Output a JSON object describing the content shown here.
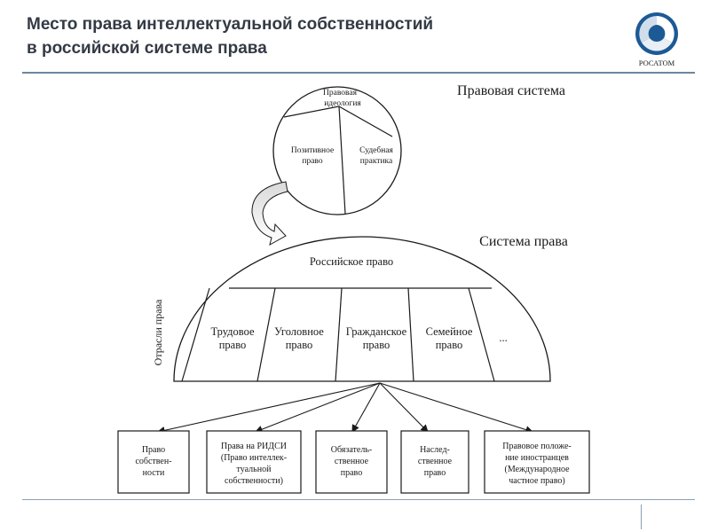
{
  "header": {
    "title_line1": "Место права интеллектуальной собственностий",
    "title_line2": "в российской системе права",
    "logo_text": "РОСАТОМ",
    "colors": {
      "title": "#333a44",
      "rule": "#6d86a0",
      "logo": "#1c5a96"
    }
  },
  "legal_system": {
    "heading": "Правовая система",
    "segments": {
      "top_line1": "Правовая",
      "top_line2": "идеология",
      "left_line1": "Позитивное",
      "left_line2": "право",
      "right_line1": "Судебная",
      "right_line2": "практика"
    }
  },
  "law_system": {
    "heading": "Система права",
    "dome_label": "Российское право",
    "side_label": "Отрасли права",
    "branches": [
      {
        "line1": "Трудовое",
        "line2": "право"
      },
      {
        "line1": "Уголовное",
        "line2": "право"
      },
      {
        "line1": "Гражданское",
        "line2": "право"
      },
      {
        "line1": "Семейное",
        "line2": "право"
      }
    ],
    "ellipsis": "..."
  },
  "subbranches": [
    {
      "lines": [
        "Право",
        "собствен-",
        "ности"
      ]
    },
    {
      "lines": [
        "Права на РИДСИ",
        "(Право интеллек-",
        "туальной",
        "собственности)"
      ]
    },
    {
      "lines": [
        "Обязатель-",
        "ственное",
        "право"
      ]
    },
    {
      "lines": [
        "Наслед-",
        "ственное",
        "право"
      ]
    },
    {
      "lines": [
        "Правовое положе-",
        "ние иностранцев",
        "(Международное",
        "частное право)"
      ]
    }
  ]
}
